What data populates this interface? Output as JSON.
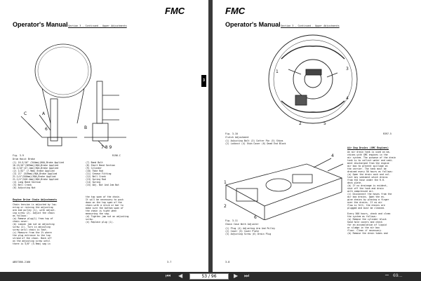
{
  "left": {
    "logo": "FMC",
    "title": "Operator's Manual",
    "section": "Section 3 - Continued - Upper Adjustments",
    "tab": "3",
    "fig_label": "Fig. 3-9",
    "fig_code": "R196-C",
    "fig_title": "Drum Hoist Brake",
    "legend": [
      "(1)  16-5/16\" (544mm)(HOA,Brake Applied",
      "     16-15/16\"(369mm)(HOA,Brake Applied",
      "     16-1/16\"(47.1mm)(HOA,Brake Applied",
      "(2)  1/32\" (7.9mm) Brake Applied",
      "(3)  21\" (549mm)(HOA,Brake Applied",
      "     21-1/4\"(540mm)(HOA,Brake Applied",
      "     21-1/4\"(540.4mm)(HOA,Brake Applied",
      "(4)  Long Band Section",
      "(5)  Bell Crank",
      "(6)  Adjusting Nut"
    ],
    "legend2": [
      "(7)  Band Bolt",
      "(8)  Short Band Section",
      "(9)  Cylinder",
      "(10) Yoke Rod",
      "(11) Grease Fitting",
      "(12) Bell Crank",
      "(13) Spring Rod",
      "(14) Spring",
      "(15) Adj. Nut And Jam Nut"
    ],
    "para_title": "Engine Drive Chain Adjustments",
    "para1": [
      "Chain tension is adjusted by low-",
      "ering or raising the adjusting",
      "arm and pulley (1), with adjust-",
      "ing screw (2).  Adjust the chain",
      "as follows:",
      "(a) Remove plug(1) from top of",
      "    chain cover.",
      "(b) Loosen jam nut on adjusting",
      "    screw (2). Turn in adjusting",
      "    screw until chain is taut.",
      "(c) Measure from the 1% where",
      "    the plug entrance to the top",
      "    strand of the chain. Back off",
      "    on the adjusting screw until",
      "    there is 5/8\" (5.9mm) sag in"
    ],
    "para2": [
      "the top span of the chain.",
      "It will be necessary to push",
      "down on the top span of the",
      "chain with a stick or bar to",
      "make sure the bottom span of",
      "the chain is tight when",
      "measuring the sag.",
      "(d) Tighten jam nut on adjusting",
      "    screw.",
      "(e) Replace plug (1)."
    ],
    "doc_no": "AB57386-2160",
    "page_no": "3-7"
  },
  "right": {
    "logo": "FMC",
    "title": "Operator's Manual",
    "section": "Section 3 - Continued - Upper Adjustments",
    "fig1_label": "Fig. 3-10",
    "fig1_code": "R397-5",
    "fig1_title": "Clutch Adjustment",
    "fig1_legend": [
      "(1) Adjusting Bolt       (3) Cotter Pin      (5) Shims",
      "(2) Locknut             (4) Shim Cover      (6) Dead End Block"
    ],
    "fig2_label": "Fig. 3-11",
    "fig2_title": "Chain Case With Adjuster",
    "fig2_legend": [
      "(1) Plug           (4) Adjusting Arm And Pulley",
      "(2) Cover          (5) Cover Plate",
      "(3) Adjusting Screw   (6) Drain Plug"
    ],
    "side_title": "Air Dog Drains (GMC Engines)",
    "side_text": [
      "An air drain tank is used on ma-",
      "chines with GMC engines in the",
      "air system. The purpose of the drain",
      "tank is to collect water and sedi-",
      "ment discharged from the engine",
      "air box to prevent spillage on",
      "the carrier. The tank must be",
      "drained every 50 hours as follows:",
      "(a) Open the drain cock and col-",
      "    lect any sediment which drains",
      "    from the hose under the R.H.",
      "    deck plate.",
      "(b) If no drainage is evident,",
      "    shut off the tank and drain",
      "    with compressed air.",
      "(c) Disconnect the hoses from the",
      "    air box drains. Open the en-",
      "    gine drains by placing a finger",
      "    over the drains. If no air",
      "    flow is felt, the drains are",
      "    plugged and must be cleaned.",
      "",
      "Every 500 hours, check and clean",
      "the system as follows:",
      "(a) Remove the cylinder block",
      "    hand hole covers and check",
      "    for an accumulation of liquid",
      "    or sludge in the air box",
      "    floor. Clean if necessary.",
      "(b) Remove the drain tubes and"
    ],
    "page_no": "3-8"
  },
  "viewer": {
    "page_indicator": "53 / 96",
    "zoom": "69..."
  }
}
